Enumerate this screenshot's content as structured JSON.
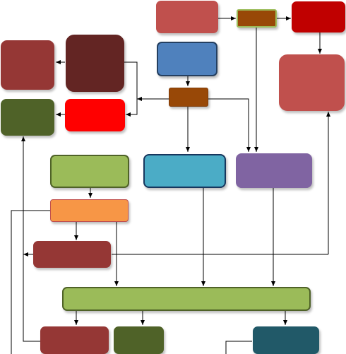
{
  "diagram": {
    "colors": {
      "salmon": "#c0504d",
      "maroon": "#953735",
      "dark_maroon": "#632523",
      "red": "#ff0000",
      "dark_red": "#c00000",
      "olive": "#4f6228",
      "blue": "#4f81bd",
      "brown": "#984807",
      "light_green": "#9bbb59",
      "cyan": "#4bacc6",
      "purple": "#8064a2",
      "orange": "#f79646",
      "teal": "#215968",
      "edge": "#000000"
    },
    "nodes": [
      {
        "id": "n1",
        "color": "salmon"
      },
      {
        "id": "n2",
        "color": "brown"
      },
      {
        "id": "n3",
        "color": "dark_red"
      },
      {
        "id": "n4",
        "color": "maroon"
      },
      {
        "id": "n5",
        "color": "dark_maroon"
      },
      {
        "id": "n6",
        "color": "blue"
      },
      {
        "id": "n7",
        "color": "salmon"
      },
      {
        "id": "n8",
        "color": "brown"
      },
      {
        "id": "n9",
        "color": "olive"
      },
      {
        "id": "n10",
        "color": "red"
      },
      {
        "id": "n11",
        "color": "light_green"
      },
      {
        "id": "n12",
        "color": "cyan"
      },
      {
        "id": "n13",
        "color": "purple"
      },
      {
        "id": "n14",
        "color": "orange"
      },
      {
        "id": "n15",
        "color": "maroon"
      },
      {
        "id": "n16",
        "color": "light_green"
      },
      {
        "id": "n17",
        "color": "maroon"
      },
      {
        "id": "n18",
        "color": "olive"
      },
      {
        "id": "n19",
        "color": "teal"
      }
    ]
  }
}
